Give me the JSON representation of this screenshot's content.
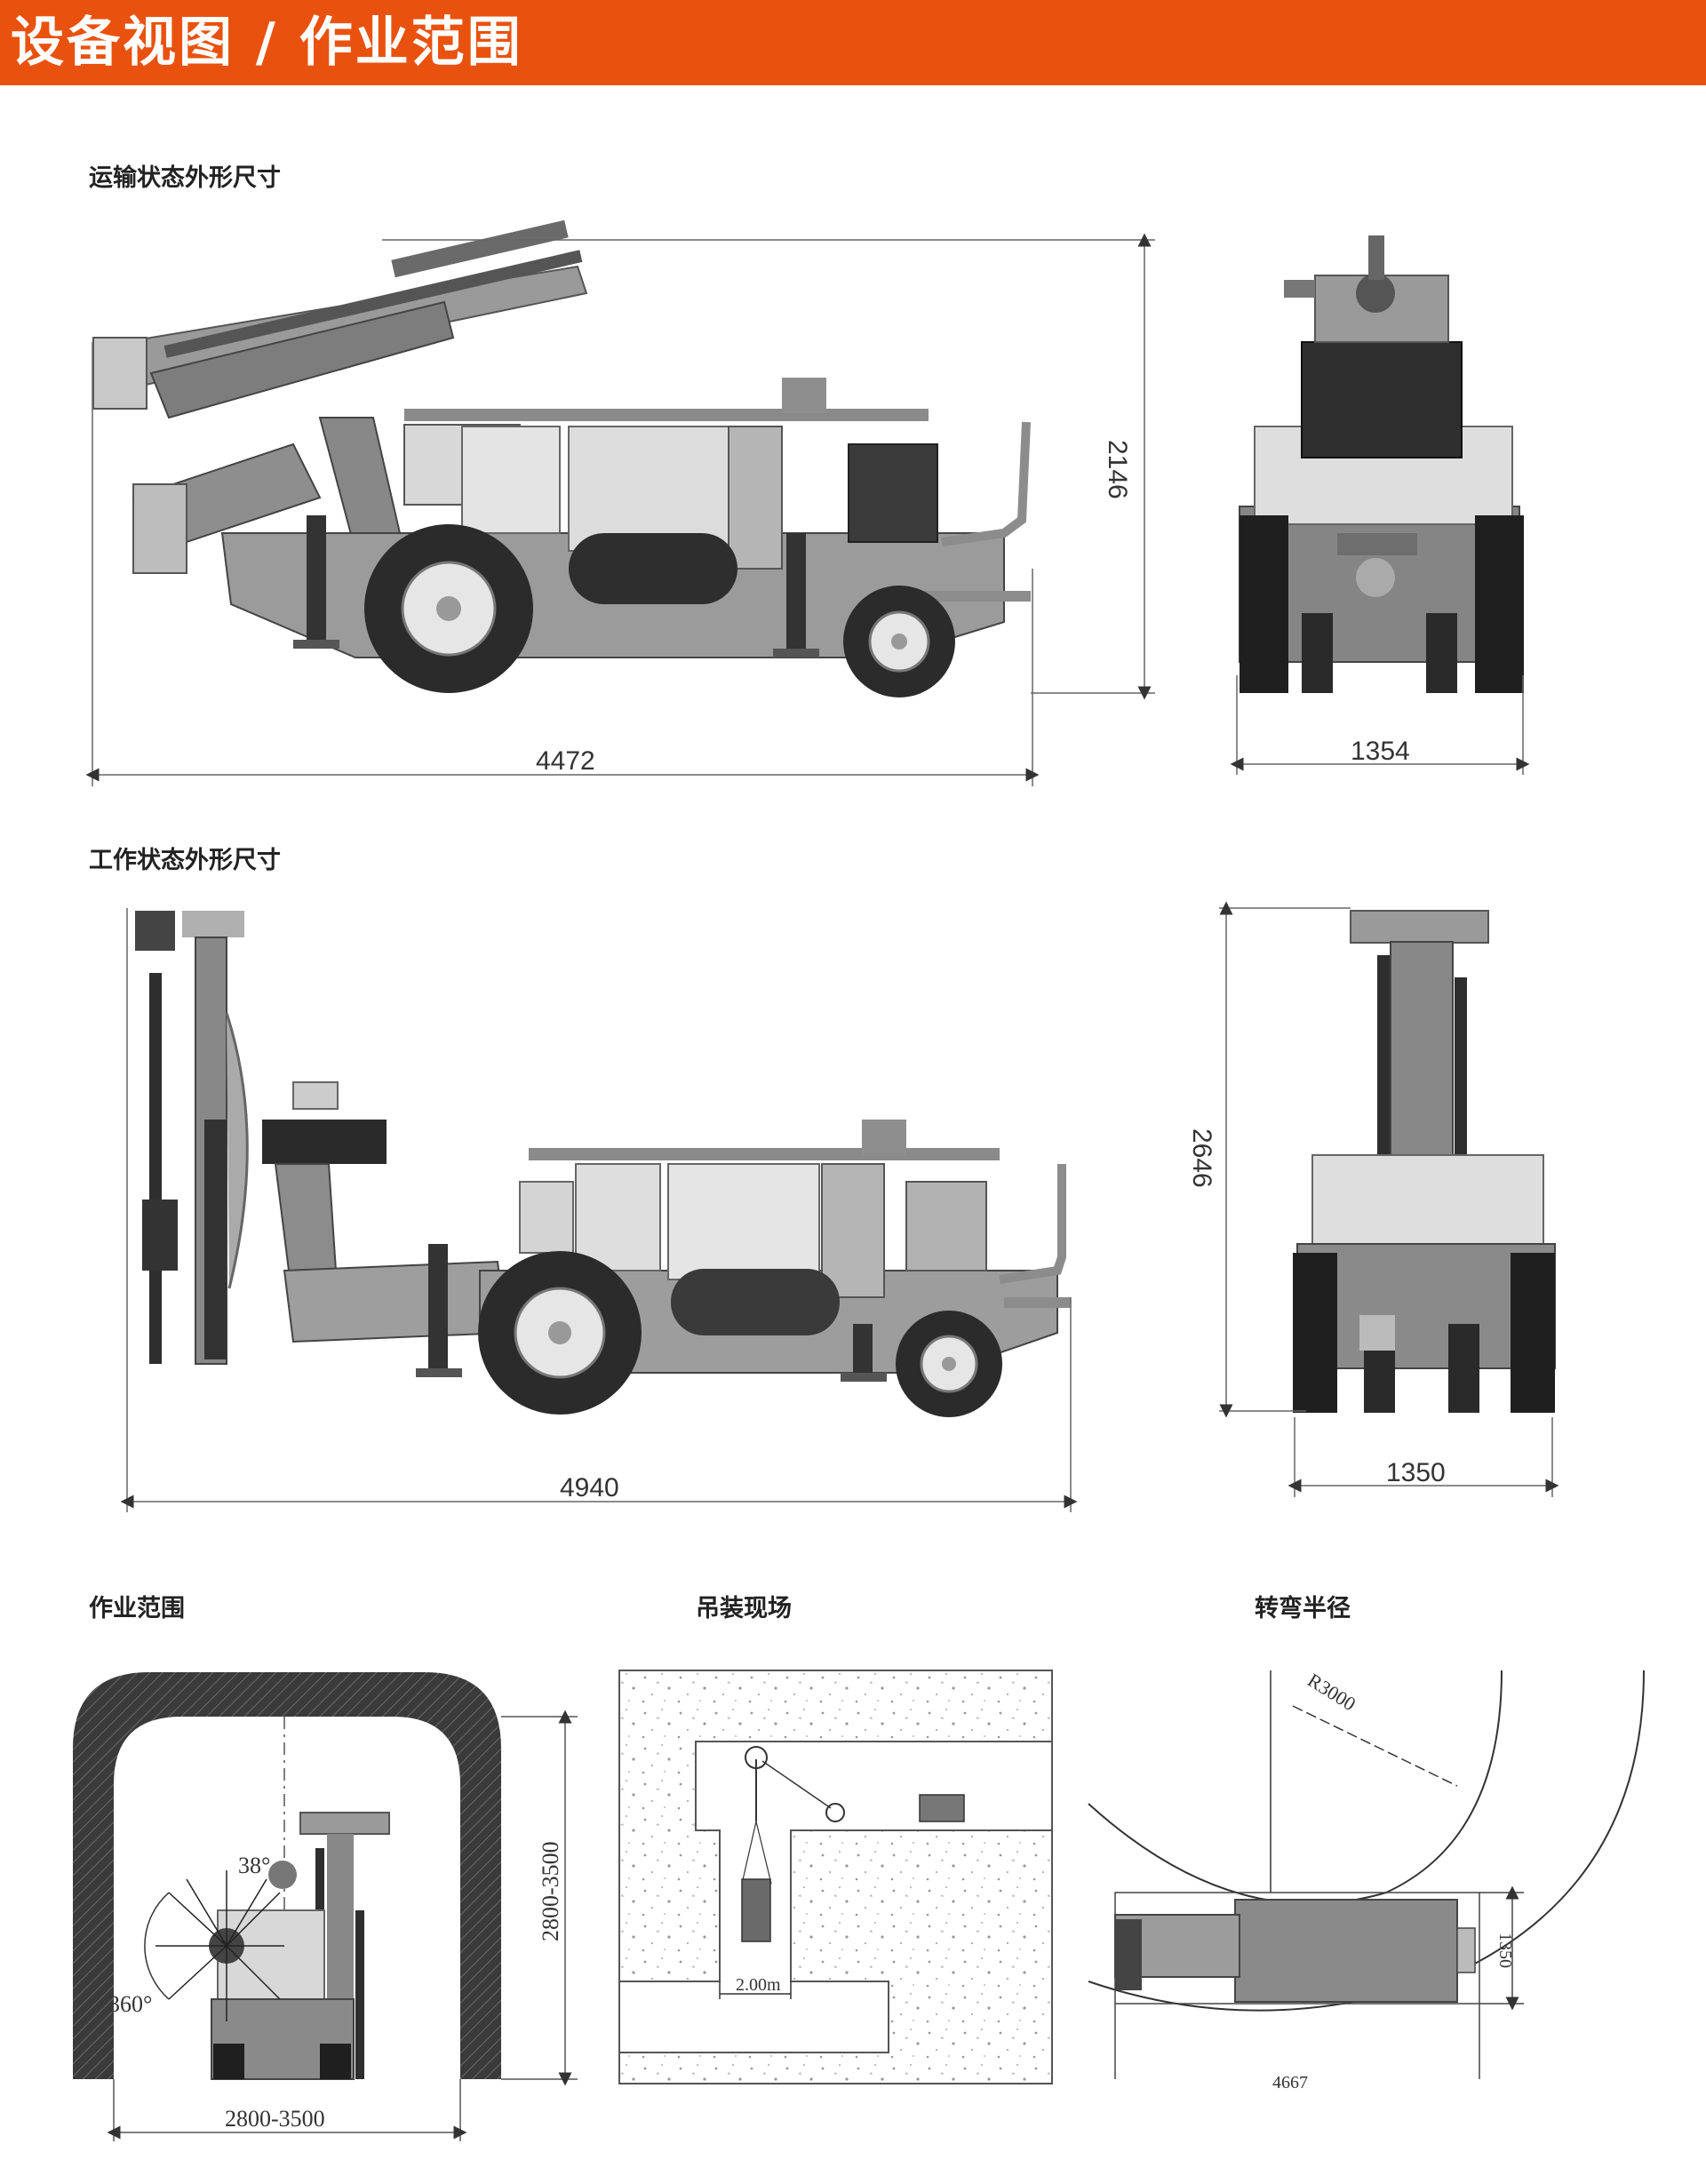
{
  "header": {
    "title": "设备视图 / 作业范围",
    "accent_color": "#e9520e"
  },
  "transport": {
    "title": "运输状态外形尺寸",
    "side_length": "4472",
    "side_height": "2146",
    "front_width": "1354"
  },
  "working": {
    "title": "工作状态外形尺寸",
    "side_length": "4940",
    "front_height": "2646",
    "front_width": "1350"
  },
  "range": {
    "title": "作业范围",
    "angle_38": "38°",
    "angle_360": "360°",
    "height": "2800-3500",
    "width": "2800-3500"
  },
  "lifting": {
    "title": "吊装现场",
    "depth": "2.00m"
  },
  "turning": {
    "title": "转弯半径",
    "radius": "R3000",
    "length": "4667",
    "width": "1350"
  },
  "icons": [
    "drill-rig-side-view",
    "drill-rig-front-view",
    "tunnel-section",
    "shaft-section",
    "turning-radius-plan"
  ]
}
